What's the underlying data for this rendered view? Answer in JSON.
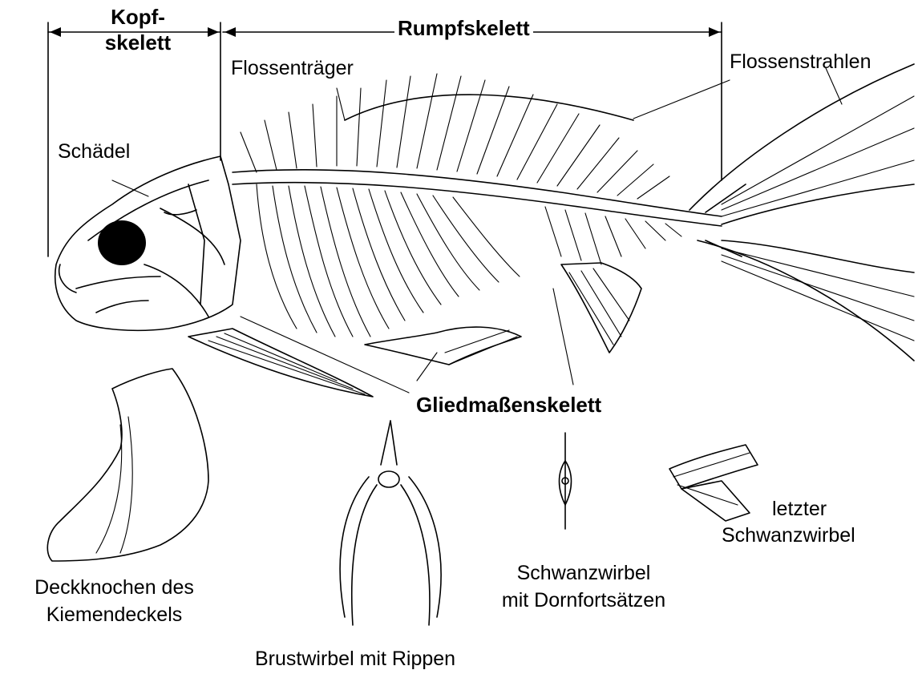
{
  "labels": {
    "kopf_line1": "Kopf-",
    "kopf_line2": "skelett",
    "rumpf": "Rumpfskelett",
    "flossentraeger": "Flossenträger",
    "flossenstrahlen": "Flossenstrahlen",
    "schaedel": "Schädel",
    "gliedmassen": "Gliedmaßenskelett",
    "deckknochen_line1": "Deckknochen des",
    "deckknochen_line2": "Kiemendeckels",
    "brustwirbel": "Brustwirbel mit Rippen",
    "schwanzwirbel_line1": "Schwanzwirbel",
    "schwanzwirbel_line2": "mit Dornfortsätzen",
    "letzter_line1": "letzter",
    "letzter_line2": "Schwanzwirbel"
  }
}
